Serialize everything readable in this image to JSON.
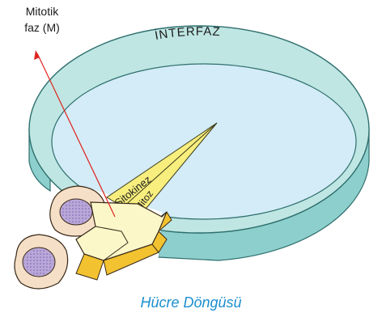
{
  "labels": {
    "mitotic_line1": "Mitotik",
    "mitotic_line2": "faz (M)",
    "interphase": "İNTERFAZ",
    "cytokinesis": "Sitokinez",
    "mitosis": "Mitoz"
  },
  "caption": "Hücre Döngüsü",
  "colors": {
    "ring_side": "#8dcfcc",
    "ring_top": "#bfe6e3",
    "inner_disk": "#d3ecf7",
    "wedge": "#f7ee7e",
    "arrow_front": "#fbf7c9",
    "arrow_side": "#f2c230",
    "cell_body": "#f5dfc6",
    "nucleus": "#b9a7d8",
    "pointer_line": "#e0231e",
    "caption": "#1b8fd0"
  }
}
